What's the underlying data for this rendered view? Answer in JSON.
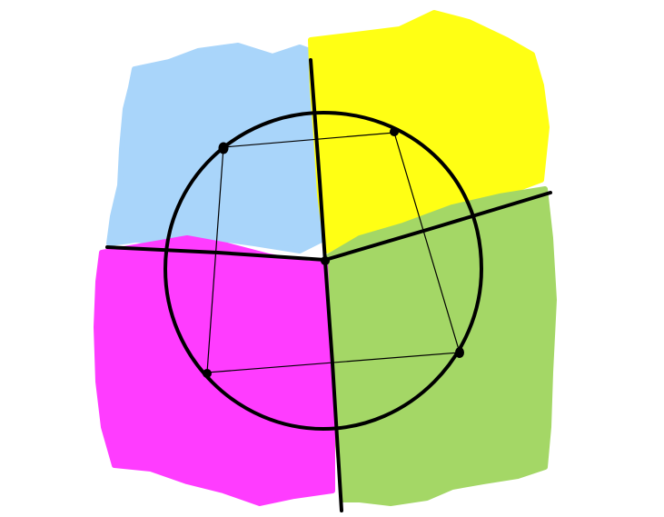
{
  "diagram": {
    "colors": {
      "background": "#ffffff",
      "blue_region": "#a9d5fa",
      "yellow_region": "#ffff14",
      "green_region": "#a4d766",
      "magenta_region": "#ff3cff",
      "ink": "#000000"
    },
    "regions": [
      "blue-region",
      "yellow-region",
      "green-region",
      "magenta-region"
    ],
    "points": [
      "point-top-left",
      "point-top-right",
      "point-bottom-right",
      "point-bottom-left",
      "point-center"
    ]
  }
}
